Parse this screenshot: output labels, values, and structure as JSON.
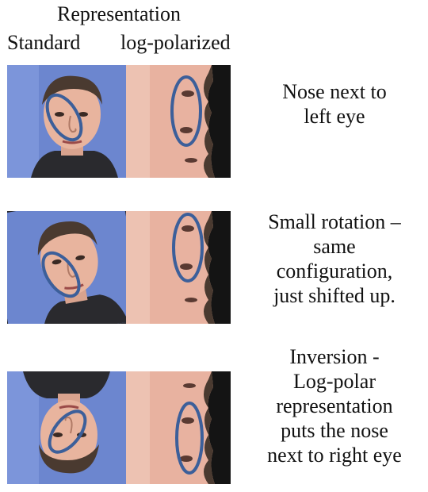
{
  "header": {
    "representation": "Representation",
    "standard": "Standard",
    "log_polarized": "log-polarized"
  },
  "rows": [
    {
      "caption": [
        "Nose next to",
        "left eye"
      ]
    },
    {
      "caption": [
        "Small rotation –",
        "same",
        "configuration,",
        "just shifted up."
      ]
    },
    {
      "caption": [
        "Inversion -",
        "Log-polar",
        "representation",
        "puts the nose",
        "next to right eye"
      ]
    }
  ],
  "colors": {
    "ellipse": "#3c5f9a",
    "background_blue": "#6c86cf",
    "skin": "#e8b2a0",
    "hair": "#4a3a30"
  }
}
